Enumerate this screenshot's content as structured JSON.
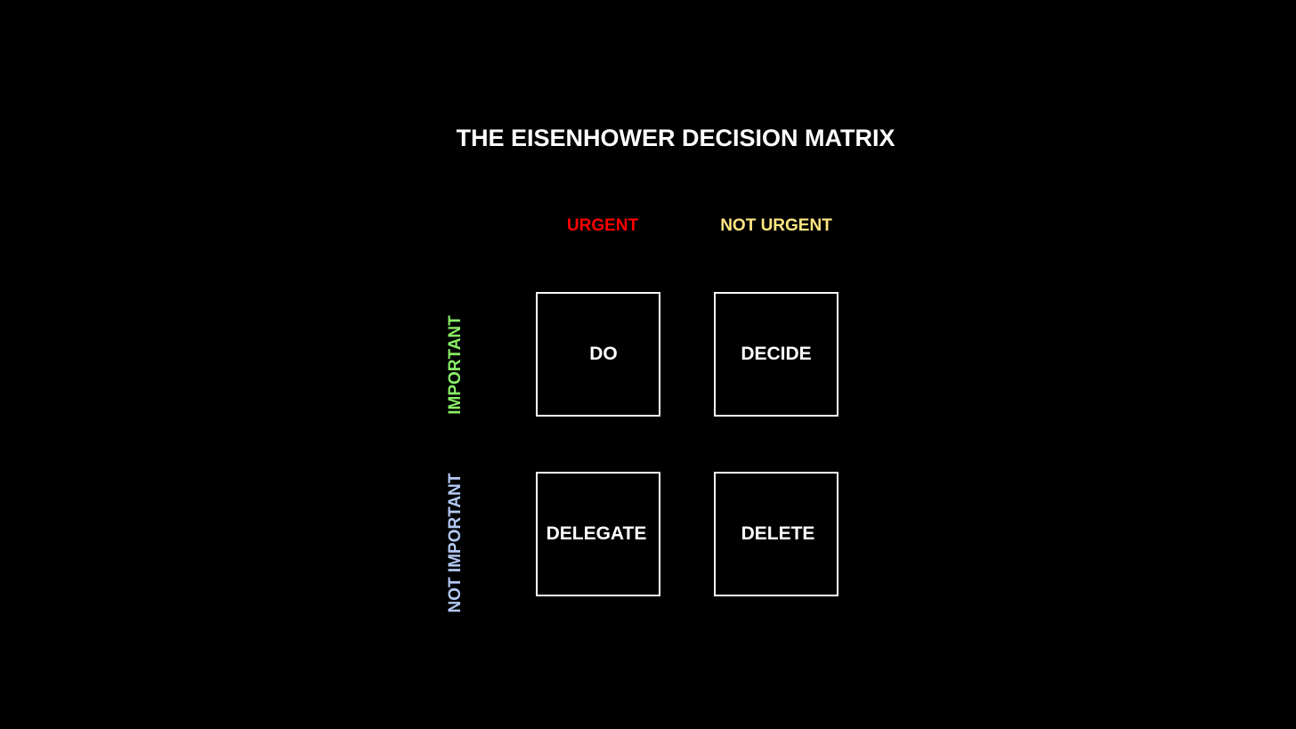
{
  "title": "THE EISENHOWER DECISION MATRIX",
  "columns": [
    {
      "label": "URGENT",
      "color": "#ff0000"
    },
    {
      "label": "NOT URGENT",
      "color": "#ffe680"
    }
  ],
  "rows": [
    {
      "label": "IMPORTANT",
      "color": "#88ee66"
    },
    {
      "label": "NOT IMPORTANT",
      "color": "#b3c9f2"
    }
  ],
  "quadrants": [
    {
      "label": "DO"
    },
    {
      "label": "DECIDE"
    },
    {
      "label": "DELEGATE"
    },
    {
      "label": "DELETE"
    }
  ],
  "colors": {
    "background": "#000000",
    "text": "#ffffff",
    "box_border": "#ffffff"
  }
}
